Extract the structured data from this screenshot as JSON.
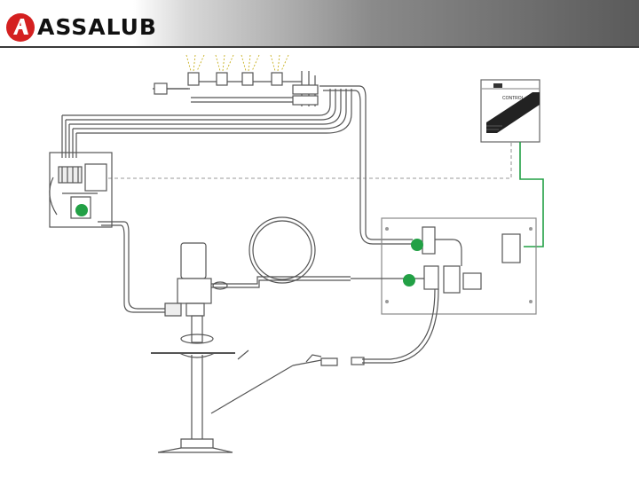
{
  "brand": {
    "name": "ASSALUB",
    "colors": {
      "logo_red": "#d42020",
      "accent_green": "#22a045",
      "line": "#555555"
    }
  },
  "diagram": {
    "control_unit": {
      "title": "CONTROL",
      "icons": [
        "logo-mark-icon",
        "control-panel-graphic"
      ]
    },
    "components": [
      "lubrication-nozzles",
      "distributor-block",
      "solenoid-valve",
      "pump",
      "hose-reel",
      "air-regulator-panel",
      "grease-gun",
      "drum-stand"
    ]
  }
}
